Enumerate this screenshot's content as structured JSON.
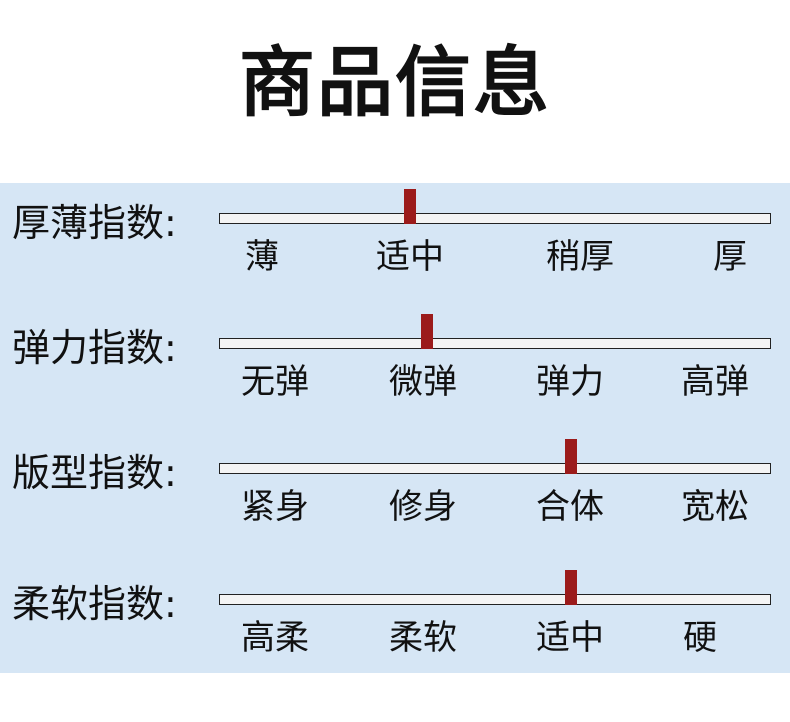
{
  "title": "商品信息",
  "rows": [
    {
      "label": "厚薄指数:",
      "ticks": [
        "薄",
        "适中",
        "稍厚",
        "厚"
      ],
      "selected": "适中"
    },
    {
      "label": "弹力指数:",
      "ticks": [
        "无弹",
        "微弹",
        "弹力",
        "高弹"
      ],
      "selected": "微弹"
    },
    {
      "label": "版型指数:",
      "ticks": [
        "紧身",
        "修身",
        "合体",
        "宽松"
      ],
      "selected": "合体"
    },
    {
      "label": "柔软指数:",
      "ticks": [
        "高柔",
        "柔软",
        "适中",
        "硬"
      ],
      "selected": "适中"
    }
  ],
  "colors": {
    "panel_background": "#d6e6f5",
    "marker": "#9b1b1b",
    "track": "#f4f4f4"
  }
}
